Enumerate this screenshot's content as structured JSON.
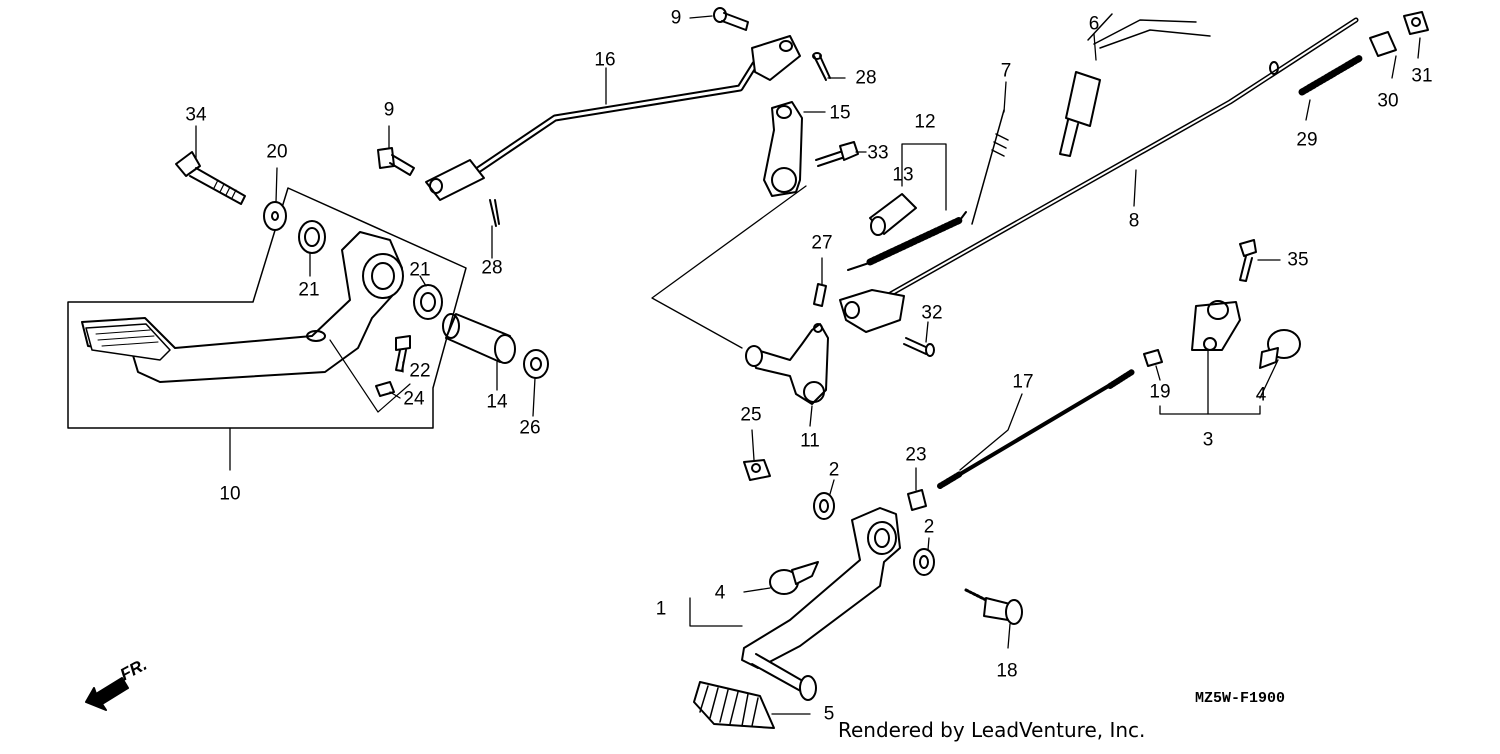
{
  "diagram": {
    "callouts": [
      "1",
      "2",
      "2",
      "3",
      "4",
      "4",
      "5",
      "6",
      "7",
      "8",
      "9",
      "9",
      "10",
      "11",
      "12",
      "13",
      "14",
      "15",
      "16",
      "17",
      "18",
      "19",
      "20",
      "21",
      "21",
      "22",
      "23",
      "24",
      "25",
      "26",
      "27",
      "28",
      "28",
      "29",
      "30",
      "31",
      "32",
      "33",
      "34",
      "35"
    ],
    "diagram_code": "MZ5W-F1900",
    "credit": "Rendered by LeadVenture, Inc.",
    "direction_label": "FR.",
    "stroke_color": "#000000",
    "background_color": "#ffffff"
  }
}
